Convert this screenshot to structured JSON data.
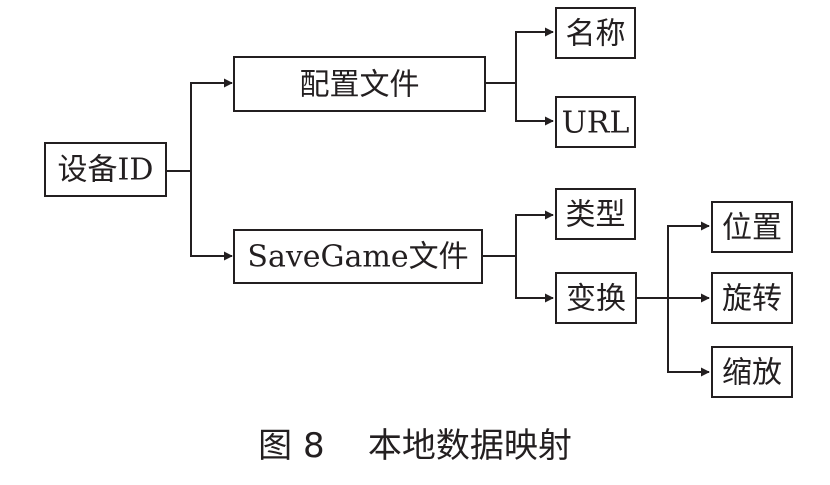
{
  "diagram": {
    "root": "设备ID",
    "config_file": "配置文件",
    "name": "名称",
    "url": "URL",
    "savegame_file": "SaveGame文件",
    "type": "类型",
    "transform": "变换",
    "position": "位置",
    "rotation": "旋转",
    "scale": "缩放"
  },
  "caption": "图 8    本地数据映射"
}
